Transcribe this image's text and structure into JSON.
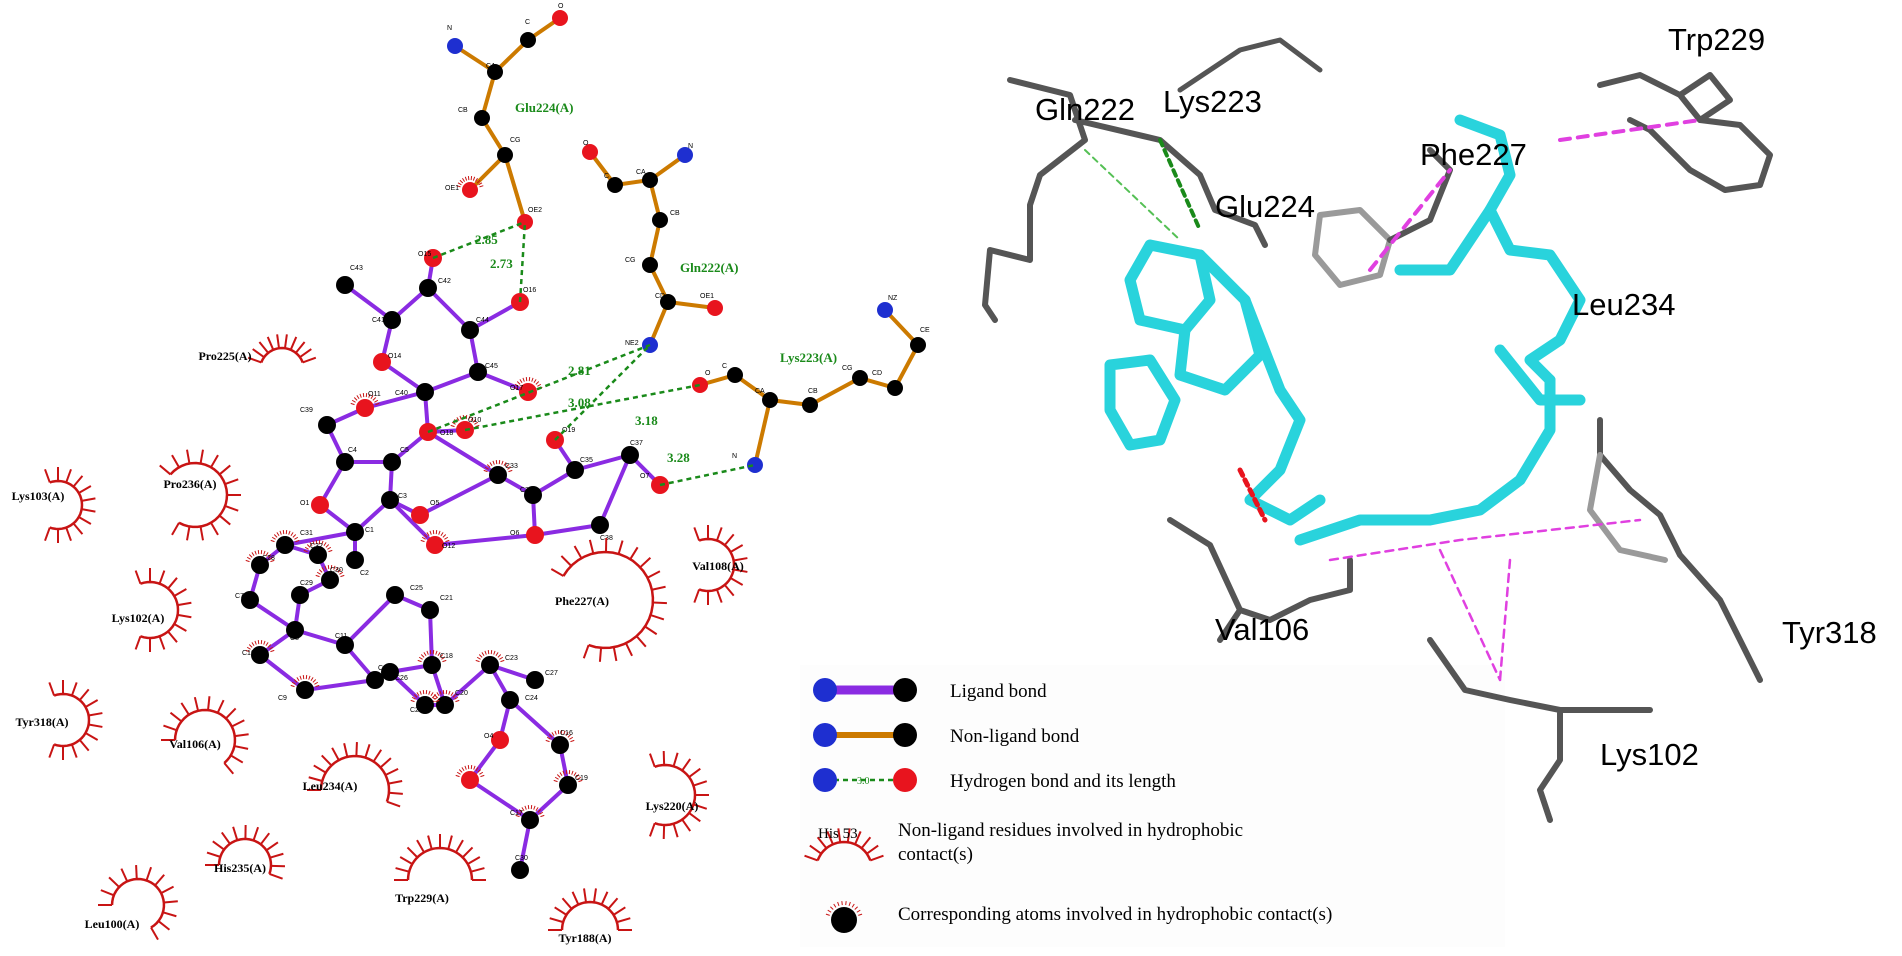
{
  "left_diagram": {
    "residues_hbond": [
      {
        "id": "glu224",
        "label": "Glu224(A)"
      },
      {
        "id": "gln222",
        "label": "Gln222(A)"
      },
      {
        "id": "lys223",
        "label": "Lys223(A)"
      }
    ],
    "hydrophobic_residues": [
      {
        "id": "pro225",
        "label": "Pro225(A)"
      },
      {
        "id": "lys103",
        "label": "Lys103(A)"
      },
      {
        "id": "pro236",
        "label": "Pro236(A)"
      },
      {
        "id": "lys102",
        "label": "Lys102(A)"
      },
      {
        "id": "tyr318",
        "label": "Tyr318(A)"
      },
      {
        "id": "val106",
        "label": "Val106(A)"
      },
      {
        "id": "leu234",
        "label": "Leu234(A)"
      },
      {
        "id": "his235",
        "label": "His235(A)"
      },
      {
        "id": "leu100",
        "label": "Leu100(A)"
      },
      {
        "id": "trp229",
        "label": "Trp229(A)"
      },
      {
        "id": "tyr188",
        "label": "Tyr188(A)"
      },
      {
        "id": "lys220",
        "label": "Lys220(A)"
      },
      {
        "id": "phe227",
        "label": "Phe227(A)"
      },
      {
        "id": "val108",
        "label": "Val108(A)"
      }
    ],
    "hbond_lengths": [
      "2.85",
      "2.73",
      "2.81",
      "3.08",
      "3.18",
      "3.28"
    ],
    "atom_labels": [
      "N",
      "C",
      "O",
      "CA",
      "CB",
      "CG",
      "CD",
      "OE1",
      "OE2",
      "NE2",
      "NZ",
      "CE",
      "C1",
      "C2",
      "C3",
      "C4",
      "C5",
      "O1",
      "O5",
      "O12",
      "O14",
      "O16",
      "O17",
      "O18",
      "O19",
      "O11",
      "O15",
      "C43",
      "C42",
      "C41",
      "C40",
      "C45",
      "C44",
      "C39",
      "C35",
      "C34",
      "C36",
      "C37",
      "C38",
      "C31",
      "C32",
      "C33",
      "C28",
      "C29",
      "C30",
      "C25",
      "C21",
      "C14",
      "C11",
      "C8",
      "C7",
      "C10",
      "C9",
      "C26",
      "C18",
      "C20",
      "C22",
      "C23",
      "C24",
      "C16",
      "C19",
      "C17",
      "C27",
      "O4",
      "O6",
      "O7"
    ]
  },
  "legend": {
    "items": [
      {
        "id": "ligand-bond",
        "label": "Ligand bond"
      },
      {
        "id": "nonligand-bond",
        "label": "Non-ligand bond"
      },
      {
        "id": "hbond",
        "label": "Hydrogen bond and its length"
      },
      {
        "id": "hydrophobic-residue",
        "label": "Non-ligand residues involved in hydrophobic contact(s)"
      },
      {
        "id": "hydrophobic-atom",
        "label": "Corresponding atoms involved in hydrophobic contact(s)"
      }
    ],
    "example_residue": "His 53",
    "example_length": "3.0"
  },
  "right_diagram": {
    "residues": [
      {
        "id": "gln222",
        "label": "Gln222"
      },
      {
        "id": "lys223",
        "label": "Lys223"
      },
      {
        "id": "trp229",
        "label": "Trp229"
      },
      {
        "id": "phe227",
        "label": "Phe227"
      },
      {
        "id": "glu224",
        "label": "Glu224"
      },
      {
        "id": "leu234",
        "label": "Leu234"
      },
      {
        "id": "val106",
        "label": "Val106"
      },
      {
        "id": "tyr318",
        "label": "Tyr318"
      },
      {
        "id": "lys102",
        "label": "Lys102"
      }
    ]
  },
  "colors": {
    "ligand_bond": "#8a2be2",
    "nonligand_bond": "#cc7a00",
    "hbond": "#1a8a1a",
    "oxygen": "#e8141e",
    "nitrogen": "#1e2fd0",
    "carbon": "#000000",
    "hydrophobic": "#c81414",
    "ligand_stick": "#29d3dc",
    "pi_interaction": "#e040e0"
  }
}
